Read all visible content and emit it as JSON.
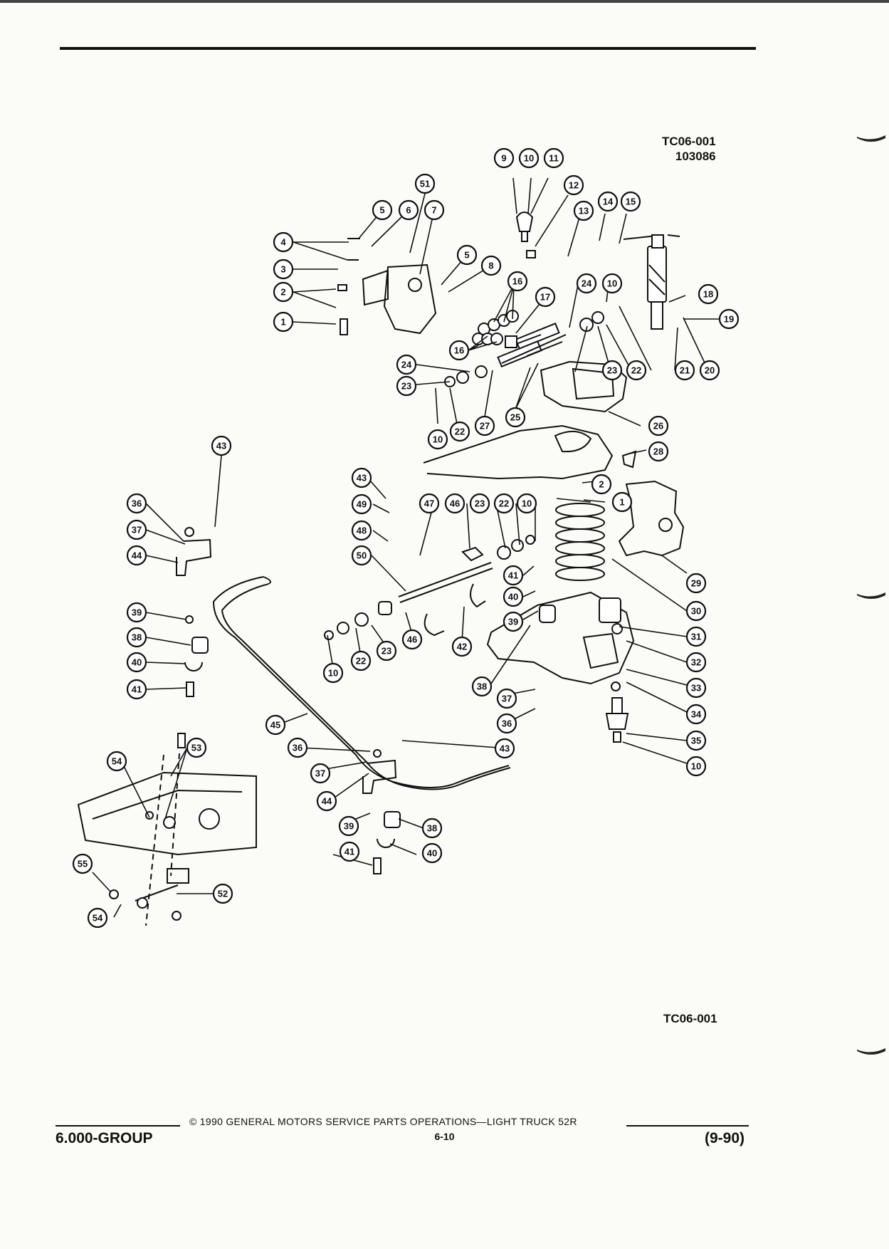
{
  "figure": {
    "code_top": "TC06-001",
    "number": "103086",
    "code_bottom": "TC06-001"
  },
  "callouts": [
    {
      "n": "1"
    },
    {
      "n": "2"
    },
    {
      "n": "3"
    },
    {
      "n": "4"
    },
    {
      "n": "5"
    },
    {
      "n": "6"
    },
    {
      "n": "7"
    },
    {
      "n": "5"
    },
    {
      "n": "8"
    },
    {
      "n": "9"
    },
    {
      "n": "10"
    },
    {
      "n": "11"
    },
    {
      "n": "51"
    },
    {
      "n": "12"
    },
    {
      "n": "13"
    },
    {
      "n": "14"
    },
    {
      "n": "15"
    },
    {
      "n": "16"
    },
    {
      "n": "17"
    },
    {
      "n": "24"
    },
    {
      "n": "10"
    },
    {
      "n": "18"
    },
    {
      "n": "19"
    },
    {
      "n": "16"
    },
    {
      "n": "24"
    },
    {
      "n": "23"
    },
    {
      "n": "22"
    },
    {
      "n": "21"
    },
    {
      "n": "20"
    },
    {
      "n": "23"
    },
    {
      "n": "10"
    },
    {
      "n": "22"
    },
    {
      "n": "27"
    },
    {
      "n": "25"
    },
    {
      "n": "26"
    },
    {
      "n": "28"
    },
    {
      "n": "2"
    },
    {
      "n": "1"
    },
    {
      "n": "43"
    },
    {
      "n": "36"
    },
    {
      "n": "37"
    },
    {
      "n": "44"
    },
    {
      "n": "39"
    },
    {
      "n": "38"
    },
    {
      "n": "40"
    },
    {
      "n": "41"
    },
    {
      "n": "43"
    },
    {
      "n": "49"
    },
    {
      "n": "48"
    },
    {
      "n": "50"
    },
    {
      "n": "47"
    },
    {
      "n": "46"
    },
    {
      "n": "23"
    },
    {
      "n": "22"
    },
    {
      "n": "10"
    },
    {
      "n": "41"
    },
    {
      "n": "40"
    },
    {
      "n": "39"
    },
    {
      "n": "29"
    },
    {
      "n": "30"
    },
    {
      "n": "31"
    },
    {
      "n": "32"
    },
    {
      "n": "33"
    },
    {
      "n": "34"
    },
    {
      "n": "10"
    },
    {
      "n": "22"
    },
    {
      "n": "23"
    },
    {
      "n": "46"
    },
    {
      "n": "42"
    },
    {
      "n": "38"
    },
    {
      "n": "37"
    },
    {
      "n": "36"
    },
    {
      "n": "35"
    },
    {
      "n": "10"
    },
    {
      "n": "45"
    },
    {
      "n": "36"
    },
    {
      "n": "37"
    },
    {
      "n": "43"
    },
    {
      "n": "44"
    },
    {
      "n": "39"
    },
    {
      "n": "38"
    },
    {
      "n": "41"
    },
    {
      "n": "40"
    },
    {
      "n": "54"
    },
    {
      "n": "53"
    },
    {
      "n": "55"
    },
    {
      "n": "54"
    },
    {
      "n": "52"
    }
  ],
  "footer": {
    "group": "6.000-GROUP",
    "copyright": "© 1990 GENERAL MOTORS SERVICE PARTS OPERATIONS—LIGHT TRUCK 52R",
    "page": "6-10",
    "date": "(9-90)"
  }
}
